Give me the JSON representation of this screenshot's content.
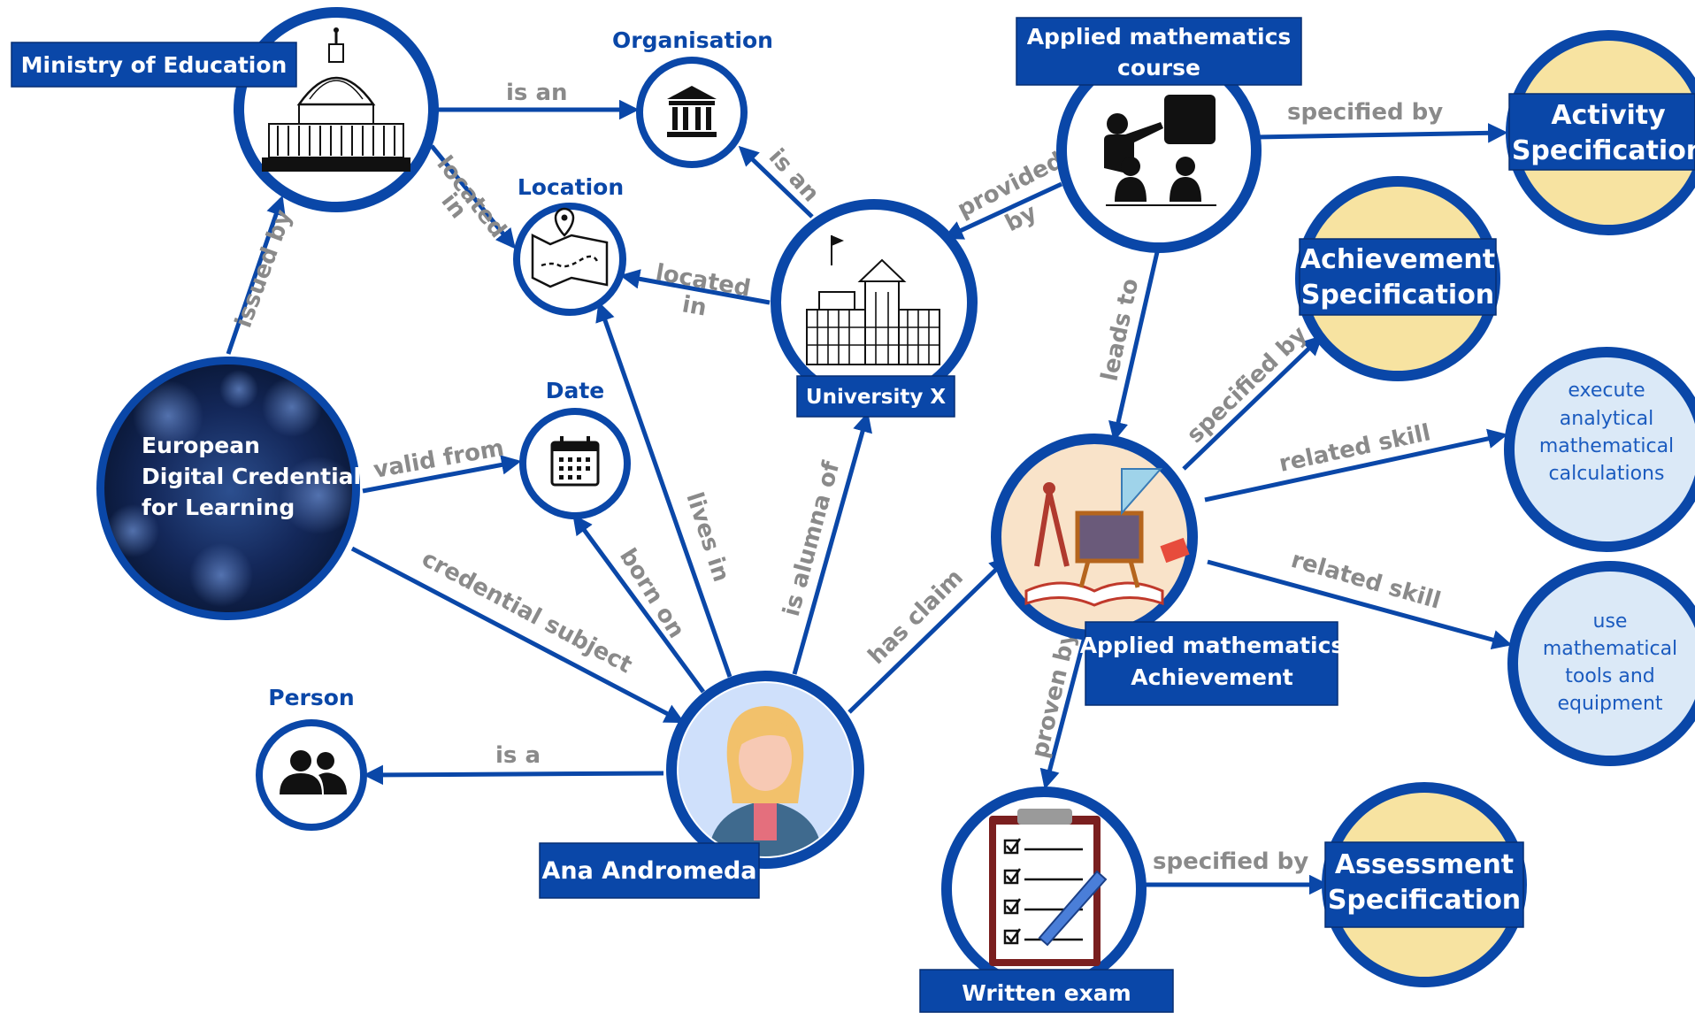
{
  "colors": {
    "primary_blue": "#0a47a8",
    "edge_label_gray": "#8a8a8a",
    "spec_fill": "#f7e3a1",
    "skill_fill": "#dbe9f7"
  },
  "nodes": {
    "ministry": {
      "label": "Ministry of Education",
      "icon": "capitol-building-icon"
    },
    "organisation": {
      "label": "Organisation",
      "icon": "institution-icon"
    },
    "location": {
      "label": "Location",
      "icon": "map-pin-icon"
    },
    "date": {
      "label": "Date",
      "icon": "calendar-icon"
    },
    "person": {
      "label": "Person",
      "icon": "people-icon"
    },
    "university": {
      "label": "University X",
      "icon": "university-building-icon"
    },
    "credential": {
      "line1": "European",
      "line2": "Digital Credentials",
      "line3": "for Learning"
    },
    "ana": {
      "label": "Ana Andromeda",
      "icon": "woman-avatar-icon"
    },
    "course": {
      "line1": "Applied mathematics",
      "line2": "course",
      "icon": "teacher-students-icon"
    },
    "activity_spec": {
      "line1": "Activity",
      "line2": "Specification"
    },
    "achievement_spec": {
      "line1": "Achievement",
      "line2": "Specification"
    },
    "achievement": {
      "line1": "Applied mathematics",
      "line2": "Achievement",
      "icon": "math-tools-book-icon"
    },
    "skill1": {
      "line1": "execute",
      "line2": "analytical",
      "line3": "mathematical",
      "line4": "calculations"
    },
    "skill2": {
      "line1": "use",
      "line2": "mathematical",
      "line3": "tools and",
      "line4": "equipment"
    },
    "exam": {
      "label": "Written exam",
      "icon": "clipboard-checklist-icon"
    },
    "assessment_spec": {
      "line1": "Assessment",
      "line2": "Specification"
    }
  },
  "edges": {
    "issued_by": "issued by",
    "ministry_is_an": "is an",
    "ministry_located_1": "located",
    "ministry_located_2": "in",
    "univ_is_an": "is an",
    "univ_located_1": "located",
    "univ_located_2": "in",
    "provided_1": "provided",
    "provided_2": "by",
    "course_specified_by": "specified by",
    "leads_to": "leads to",
    "valid_from": "valid from",
    "credential_subject": "credential subject",
    "born_on": "born on",
    "lives_in": "lives in",
    "is_alumna_of": "is alumna of",
    "has_claim": "has claim",
    "is_a": "is a",
    "ach_specified_by": "specified by",
    "related_skill_1": "related skill",
    "related_skill_2": "related skill",
    "proven_by": "proven by",
    "exam_specified_by": "specified by"
  }
}
